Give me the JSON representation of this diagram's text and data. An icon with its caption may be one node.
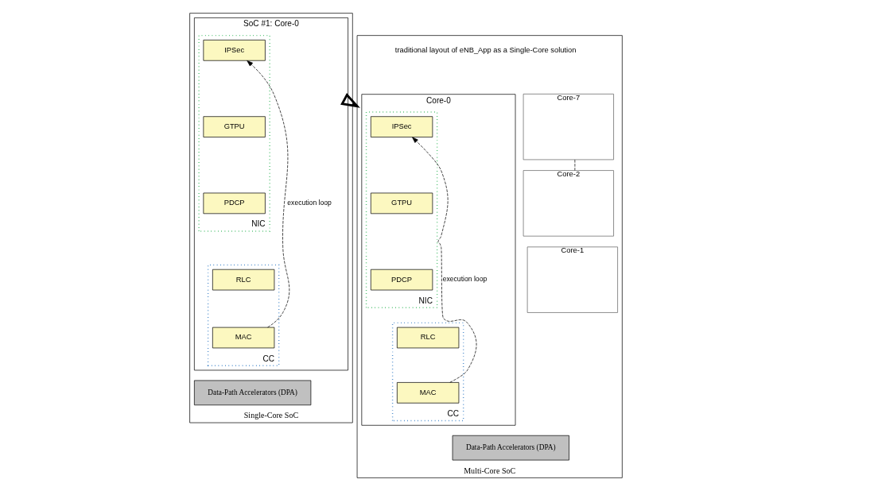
{
  "diagram": {
    "nodes": [
      {
        "text": [
          "Single-Core SoC"
        ]
      },
      {
        "text": [
          "SoC #1: Core-0"
        ],
        "in": 0
      },
      {
        "text": [
          "NIC"
        ],
        "in": 1
      },
      {
        "text": [
          "IPSec"
        ],
        "in": 2
      },
      {
        "text": [
          "GTPU"
        ],
        "in": 2
      },
      {
        "text": [
          "PDCP"
        ],
        "in": 2
      },
      {
        "text": [
          "CC"
        ],
        "in": 1
      },
      {
        "text": [
          "RLC"
        ],
        "in": 6
      },
      {
        "text": [
          "MAC"
        ],
        "in": 6
      },
      {
        "text": [
          "Data-Path Accelerators (DPA)"
        ],
        "in": 0
      },
      {
        "text": [
          "Multi-Core SoC"
        ]
      },
      {
        "text": [
          "Core-0"
        ],
        "in": 10
      },
      {
        "text": [
          "NIC"
        ],
        "in": 11
      },
      {
        "text": [
          "IPSec"
        ],
        "in": 12
      },
      {
        "text": [
          "GTPU"
        ],
        "in": 12
      },
      {
        "text": [
          "PDCP"
        ],
        "in": 12
      },
      {
        "text": [
          "CC"
        ],
        "in": 11
      },
      {
        "text": [
          "RLC"
        ],
        "in": 16
      },
      {
        "text": [
          "MAC"
        ],
        "in": 16
      },
      {
        "text": [
          "Core-7"
        ],
        "in": 10
      },
      {
        "text": [
          "Core-2"
        ],
        "in": 10
      },
      {
        "text": [
          "Core-1"
        ],
        "in": 10
      },
      {
        "text": [
          "Data-Path Accelerators (DPA)"
        ],
        "in": 10
      }
    ],
    "edges": [
      {
        "from": 8,
        "to": 3,
        "arrow": "to",
        "label": "execution loop",
        "style": "dashed"
      },
      {
        "from": 18,
        "to": 13,
        "arrow": "to",
        "label": "execution loop",
        "style": "dashed"
      },
      {
        "from": 0,
        "to": 10,
        "arrow": "to",
        "style": "thick"
      },
      {
        "from": 19,
        "to": 20,
        "arrow": "none",
        "style": "dashed"
      }
    ],
    "labels": [
      "traditional layout of eNB_App as a Single-Core solution"
    ]
  }
}
